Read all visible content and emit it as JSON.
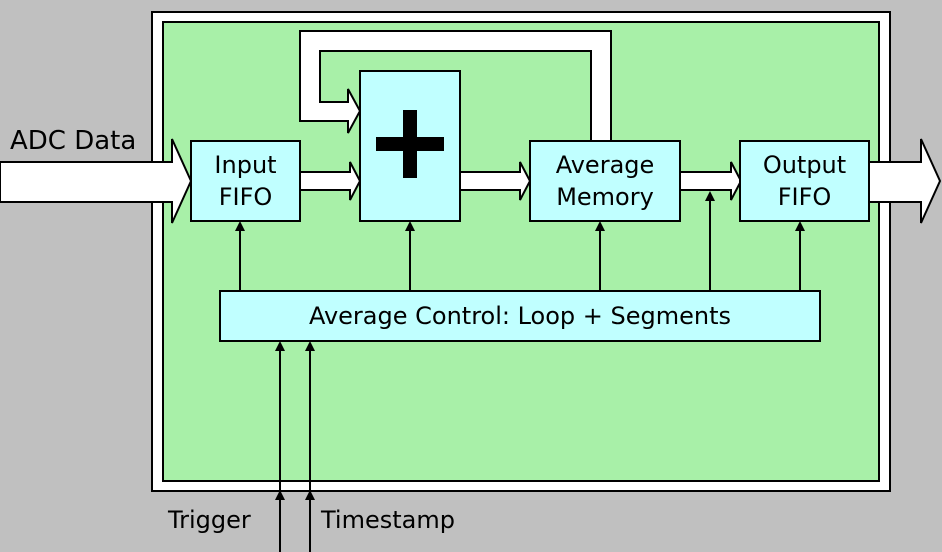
{
  "labels": {
    "adc_data": "ADC Data",
    "trigger": "Trigger",
    "timestamp": "Timestamp"
  },
  "blocks": {
    "input_fifo": {
      "line1": "Input",
      "line2": "FIFO"
    },
    "adder": {
      "symbol": "+"
    },
    "average_memory": {
      "line1": "Average",
      "line2": "Memory"
    },
    "output_fifo": {
      "line1": "Output",
      "line2": "FIFO"
    },
    "average_control": {
      "label": "Average Control: Loop + Segments"
    }
  },
  "colors": {
    "background": "#c0c0c0",
    "panel": "#a8f0a8",
    "block": "#c0ffff",
    "stroke": "#000000",
    "arrow_fill": "#ffffff"
  }
}
